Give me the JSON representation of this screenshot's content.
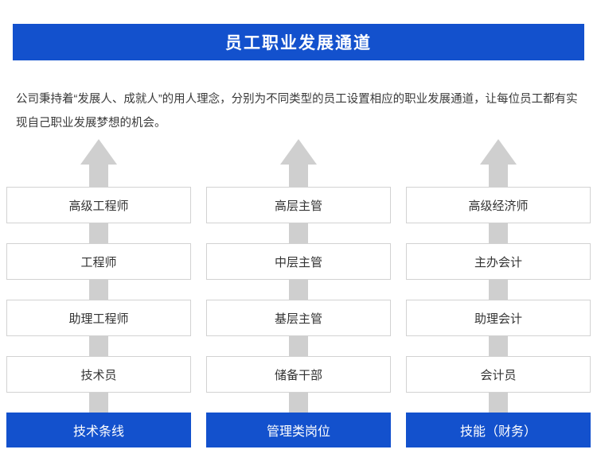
{
  "header": {
    "title": "员工职业发展通道",
    "bg_color": "#1351cd",
    "text_color": "#ffffff"
  },
  "intro": {
    "paragraph": "公司秉持着“发展人、成就人”的用人理念，分别为不同类型的员工设置相应的职业发展通道，让每位员工都有实现自己职业发展梦想的机会。"
  },
  "diagram": {
    "arrow_color": "#cfcfcf",
    "box_border_color": "#d2d2d2",
    "base_color": "#1351cd",
    "columns": [
      {
        "base_label": "技术条线",
        "steps": [
          "高级工程师",
          "工程师",
          "助理工程师",
          "技术员"
        ]
      },
      {
        "base_label": "管理类岗位",
        "steps": [
          "高层主管",
          "中层主管",
          "基层主管",
          "储备干部"
        ]
      },
      {
        "base_label": "技能（财务）",
        "steps": [
          "高级经济师",
          "主办会计",
          "助理会计",
          "会计员"
        ]
      }
    ]
  }
}
